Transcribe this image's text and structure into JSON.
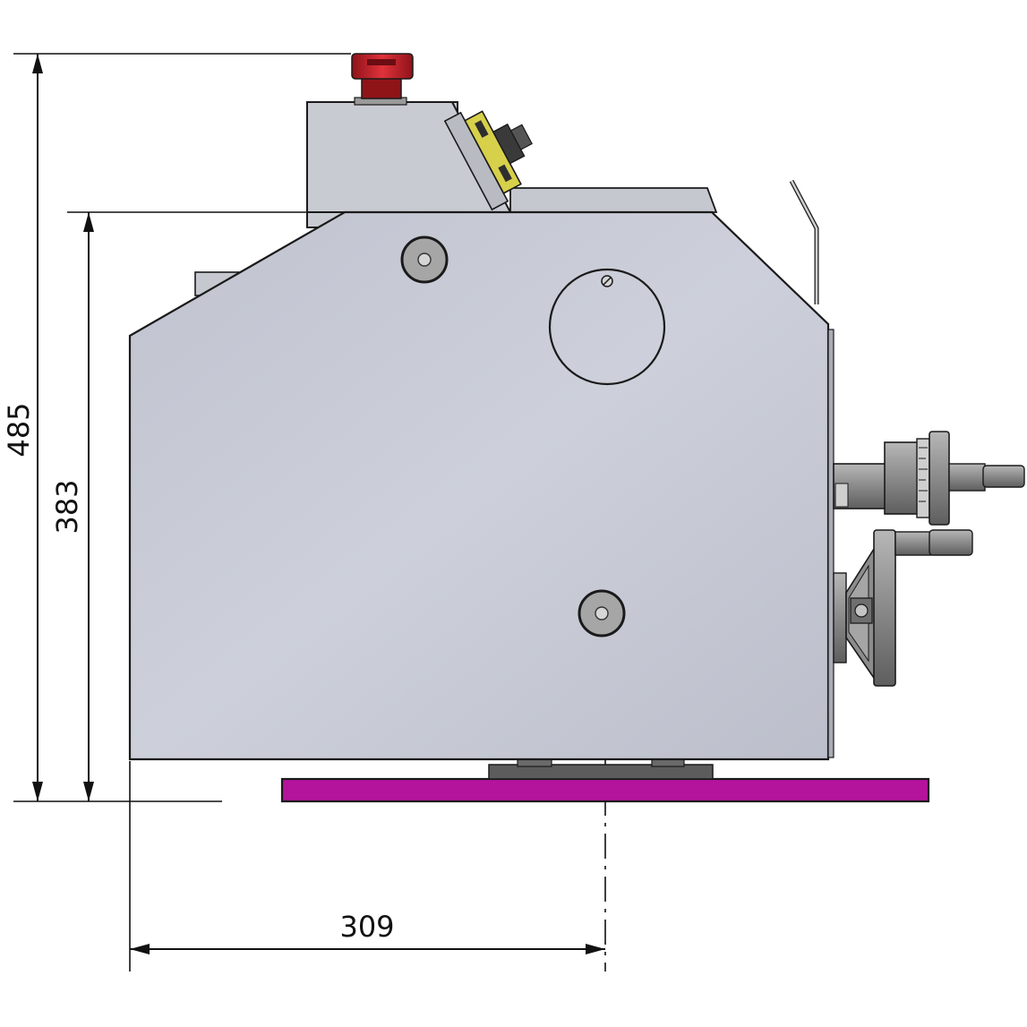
{
  "drawing": {
    "dimensions": {
      "overall_height": "485",
      "body_height": "383",
      "base_depth": "309"
    },
    "colors": {
      "body_fill": "#c3c6d1",
      "head_fill": "#c9cbd3",
      "base_plate": "#b3149b",
      "emergency_stop": "#c8202a",
      "panel_yellow": "#d7d04a",
      "handwheel_grey": "#8c8c8c",
      "line": "#111111"
    },
    "icons": [
      "emergency-stop-icon",
      "control-panel-icon",
      "handwheel-icon",
      "dial-icon"
    ]
  }
}
